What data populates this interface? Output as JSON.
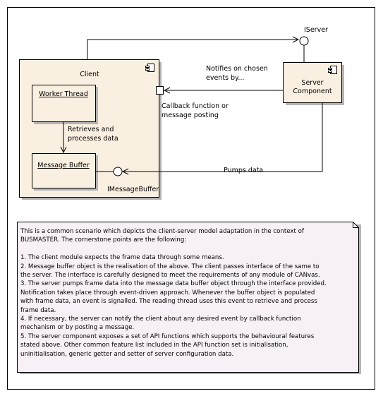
{
  "diagram": {
    "client": {
      "title": "Client"
    },
    "worker_thread": {
      "label": "Worker Thread"
    },
    "message_buffer": {
      "label": "Message Buffer"
    },
    "server": {
      "line1": "Server",
      "line2": "Component"
    },
    "interfaces": {
      "iserver": "IServer",
      "imessagebuffer": "IMessageBuffer"
    },
    "edges": {
      "notifies_line1": "Notifies on chosen",
      "notifies_line2": "events by...",
      "callback_line1": "Callback function or",
      "callback_line2": "message posting",
      "retrieves_line1": "Retrieves and",
      "retrieves_line2": "processes data",
      "pumps": "Pumps data"
    }
  },
  "note": {
    "text": "This is a common scenario which depicts the client-server model adaptation in the context of\nBUSMASTER. The cornerstone points are the following:\n\n1. The client module expects the frame data through some means.\n2. Message buffer object is the realisation of the above. The client passes interface of the same to\nthe server. The interface is carefully designed to meet the requirements of any module of CANvas.\n3. The server pumps frame data into the message data buffer object through the interface provided.\nNotification takes place through event-driven approach. Whenever the buffer object is populated\nwith frame data, an event is signalled. The reading thread uses this event to retrieve and process\nframe data.\n4. If necessary, the server can notify the client about any desired event by callback function\nmechanism or by posting a message.\n5. The server component exposes a set of API functions which supports the behavioural features\nstated above. Other common feature list included in the API function set is initialisation,\nuninitialisation, generic getter and setter of server configuration data."
  },
  "colors": {
    "component_fill": "#faf0e1",
    "note_fill": "#f7f0f6",
    "shadow": "#b4b4b4",
    "line": "#000000"
  }
}
